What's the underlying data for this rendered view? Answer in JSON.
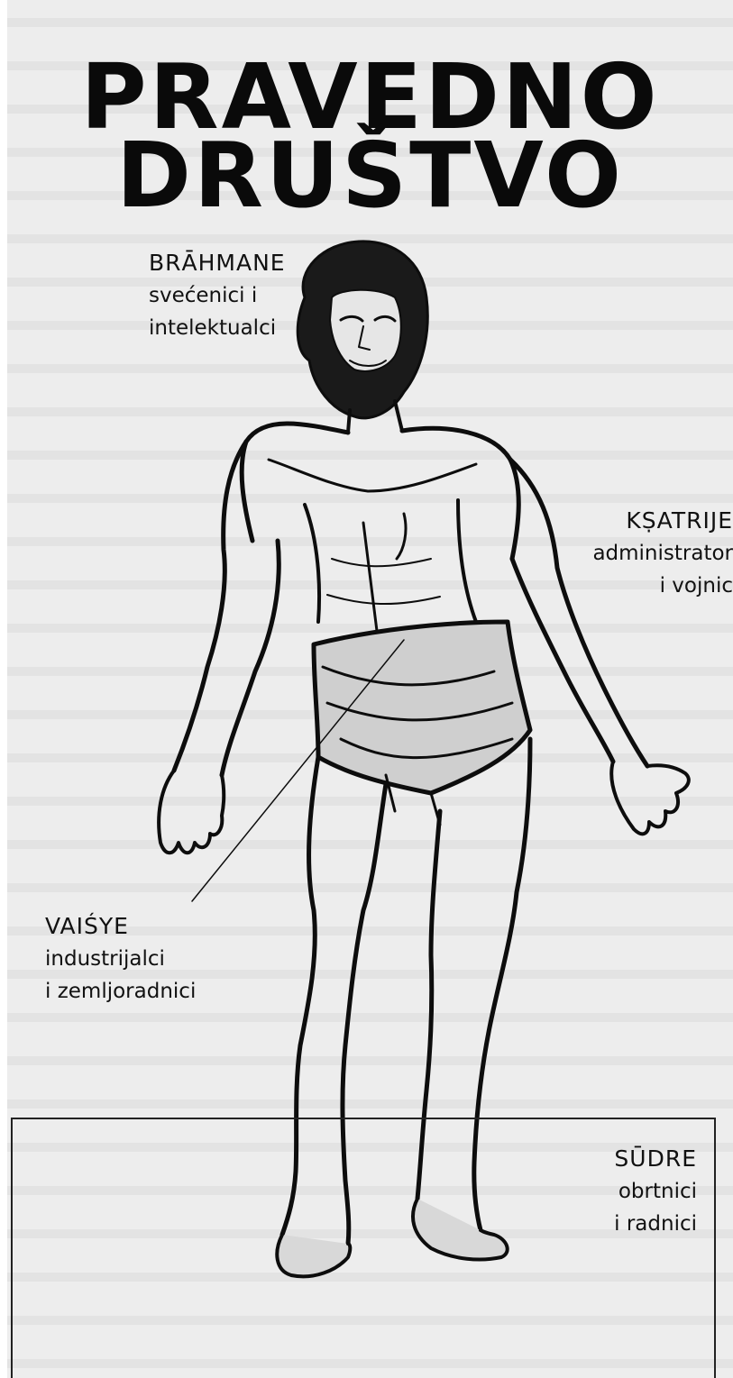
{
  "title": [
    "PRAVEDNO",
    "DRUŠTVO"
  ],
  "labels": {
    "brahmane": {
      "name": "BRĀHMANE",
      "desc": [
        "svećenici i",
        "intelektualci"
      ]
    },
    "ksatrije": {
      "name": "KṢATRIJE",
      "desc": [
        "administrator",
        "i vojnic"
      ]
    },
    "vaisye": {
      "name": "VAIŚYE",
      "desc": [
        "industrijalci",
        "i zemljoradnici"
      ]
    },
    "sudre": {
      "name": "SŪDRE",
      "desc": [
        "obrtnici",
        "i radnici"
      ]
    }
  }
}
